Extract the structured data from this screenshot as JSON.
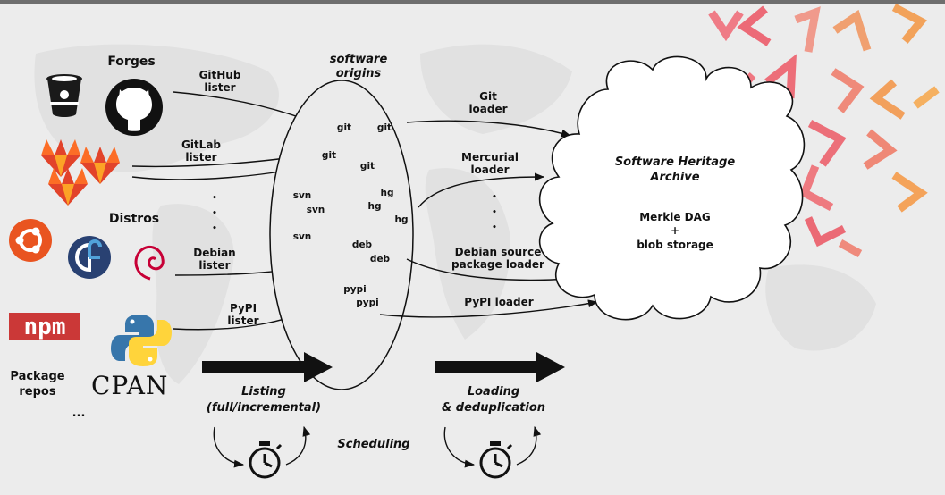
{
  "left": {
    "forges_label": "Forges",
    "distros_label": "Distros",
    "package_repos_label_line1": "Package",
    "package_repos_label_line2": "repos",
    "more_sources": "...",
    "npm_logo_text": "npm",
    "cpan_logo_text": "CPAN"
  },
  "listers": {
    "github_line1": "GitHub",
    "github_line2": "lister",
    "gitlab_line1": "GitLab",
    "gitlab_line2": "lister",
    "debian_line1": "Debian",
    "debian_line2": "lister",
    "pypi_line1": "PyPI",
    "pypi_line2": "lister",
    "ellipsis": "•"
  },
  "origins": {
    "title_line1": "software",
    "title_line2": "origins",
    "items": [
      "git",
      "git",
      "git",
      "git",
      "svn",
      "svn",
      "svn",
      "hg",
      "hg",
      "hg",
      "deb",
      "deb",
      "pypi",
      "pypi"
    ]
  },
  "loaders": {
    "git_line1": "Git",
    "git_line2": "loader",
    "mercurial_line1": "Mercurial",
    "mercurial_line2": "loader",
    "debian_line1": "Debian source",
    "debian_line2": "package loader",
    "pypi": "PyPI loader"
  },
  "archive": {
    "title_line1": "Software Heritage",
    "title_line2": "Archive",
    "storage_line1": "Merkle DAG",
    "storage_line2": "+",
    "storage_line3": "blob storage"
  },
  "phases": {
    "listing_line1": "Listing",
    "listing_line2": "(full/incremental)",
    "loading_line1": "Loading",
    "loading_line2": "& deduplication",
    "scheduling": "Scheduling"
  },
  "colors": {
    "background": "#ececec",
    "accent_red": "#e8505b",
    "accent_orange": "#f29a4a",
    "gitlab_orange": "#e2432a",
    "ubuntu_orange": "#e95420",
    "fedora_blue": "#294172",
    "debian_red": "#c70036",
    "python_blue": "#3776ab",
    "python_yellow": "#ffd43b",
    "npm_red": "#cb3837"
  }
}
